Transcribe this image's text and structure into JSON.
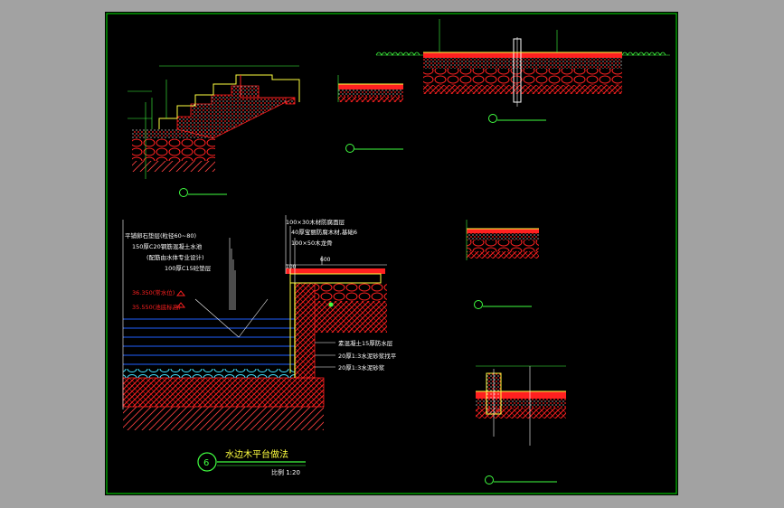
{
  "colors": {
    "background": "#a2a2a2",
    "sheet": "#000000",
    "frame": "#00c000",
    "red": "#ff2020",
    "yellow": "#ffff40",
    "white": "#ffffff",
    "water": "#2060ff",
    "green": "#40ff40",
    "cyan": "#40e0ff"
  },
  "detail6": {
    "number": "6",
    "title": "水边木平台做法",
    "scale": "比例 1:20",
    "top_dim": "600",
    "left_dim": "100",
    "notes_left": [
      "平铺卵石垫层(粒径60~80)",
      "150厚C20钢筋混凝土水池",
      "(配筋由水体专业设计)",
      "100厚C15砼垫层"
    ],
    "water_high": "36.350(常水位)",
    "water_low": "35.550(池底标高)",
    "notes_top": [
      "100×30木材防腐面层",
      "40厚宝丽防腐木材,基础6",
      "100×50木龙骨"
    ],
    "notes_bottom": [
      "素混凝土15厚防水层",
      "20厚1:3水泥砂浆找平",
      "20厚1:3水泥砂浆"
    ]
  }
}
